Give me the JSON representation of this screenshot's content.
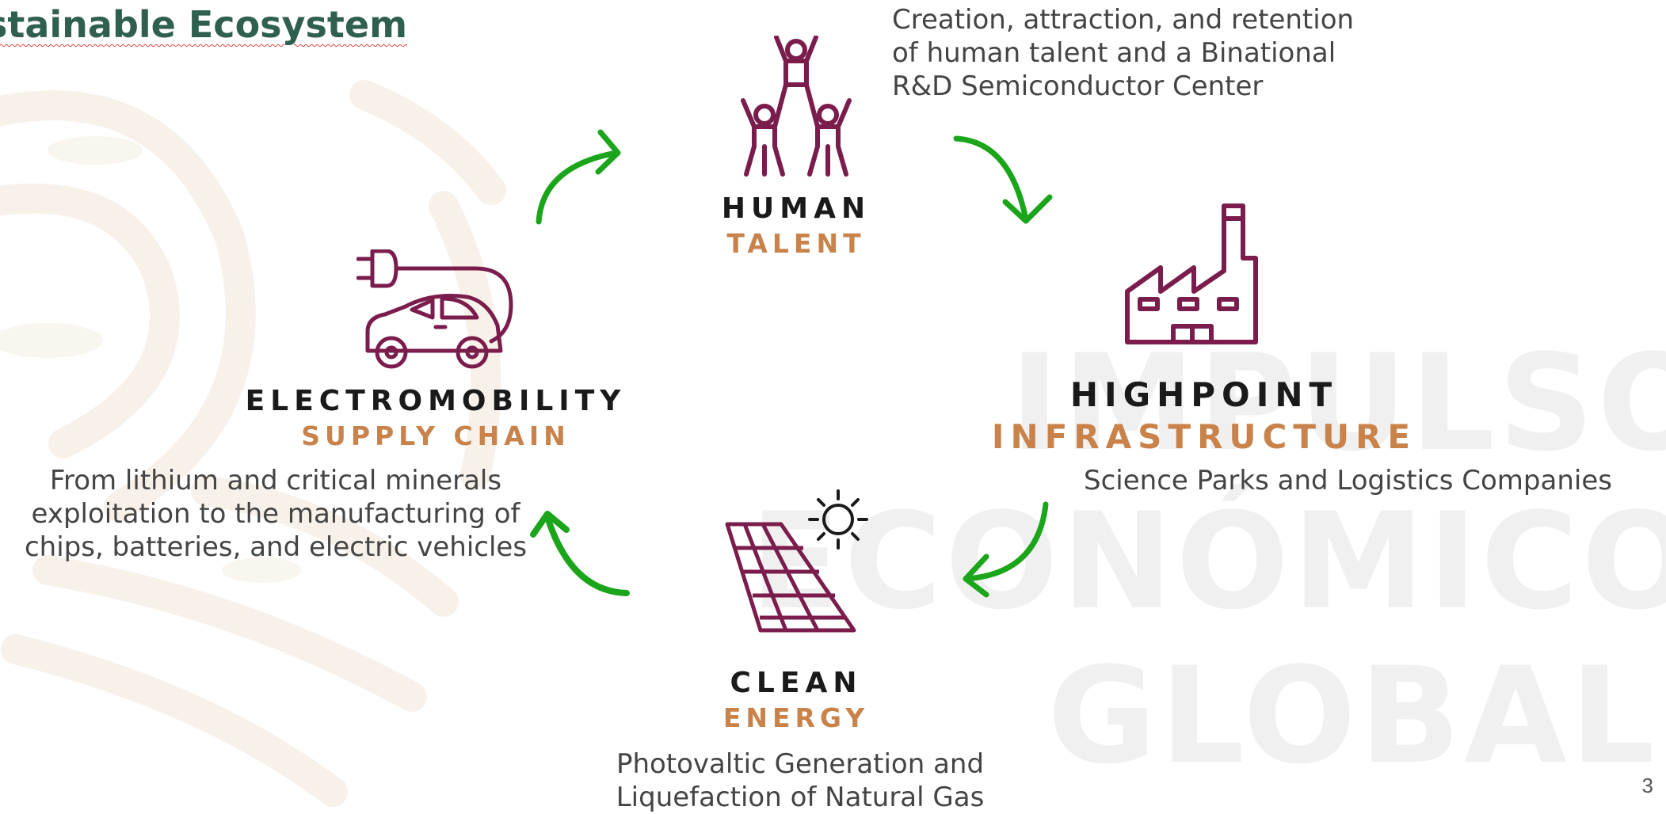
{
  "slide": {
    "title": "stainable Ecosystem",
    "page_number": "3",
    "watermark": {
      "line1": "IMPULSO",
      "line2": "ECONÓMICO",
      "line3": "GLOBAL"
    }
  },
  "nodes": {
    "human_talent": {
      "line1": "HUMAN",
      "line2": "TALENT",
      "description": [
        "Creation, attraction, and retention",
        "of human talent and a Binational",
        "R&D Semiconductor Center"
      ],
      "icon": "people-pyramid-icon"
    },
    "highpoint": {
      "line1": "HIGHPOINT",
      "line2": "INFRASTRUCTURE",
      "description": [
        "Science Parks and Logistics Companies"
      ],
      "icon": "factory-icon"
    },
    "clean_energy": {
      "line1": "CLEAN",
      "line2": "ENERGY",
      "description": [
        "Photovaltic Generation and",
        "Liquefaction of Natural Gas"
      ],
      "icon": "solar-panel-icon"
    },
    "electromobility": {
      "line1": "ELECTROMOBILITY",
      "line2": "SUPPLY CHAIN",
      "description": [
        "From lithium and critical minerals",
        "exploitation to the manufacturing of",
        "chips, batteries, and electric vehicles"
      ],
      "icon": "electric-car-icon"
    }
  },
  "colors": {
    "icon": "#7a1d4d",
    "arrow": "#1aa51a",
    "title": "#2f5f4e",
    "accent": "#c8824a"
  }
}
